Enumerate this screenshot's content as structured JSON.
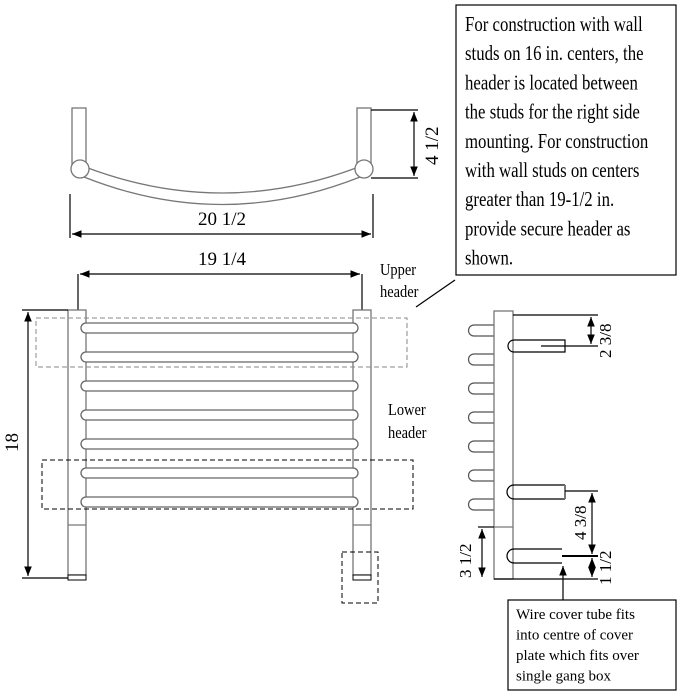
{
  "diagram": {
    "top_view": {
      "depth_dim": "4 1/2",
      "width_dim": "20 1/2"
    },
    "front_view": {
      "mount_width_dim": "19 1/4",
      "height_dim": "18",
      "upper_header_label": [
        "Upper",
        "header"
      ],
      "lower_header_label": [
        "Lower",
        "header"
      ],
      "rail_count": 7
    },
    "side_view": {
      "top_dim": "2 3/8",
      "middle_dim": "4 3/8",
      "bottom_dim": "1 1/2",
      "left_dim": "3 1/2"
    },
    "note_main": [
      "For construction with wall",
      "studs on 16 in. centers, the",
      "header is located between",
      "the studs for the right side",
      "mounting. For construction",
      "with wall studs on centers",
      "greater than 19-1/2 in.",
      "provide secure header as",
      "shown."
    ],
    "note_wire": [
      "Wire cover tube fits",
      "into centre of cover",
      "plate which fits over",
      "single gang box"
    ]
  }
}
